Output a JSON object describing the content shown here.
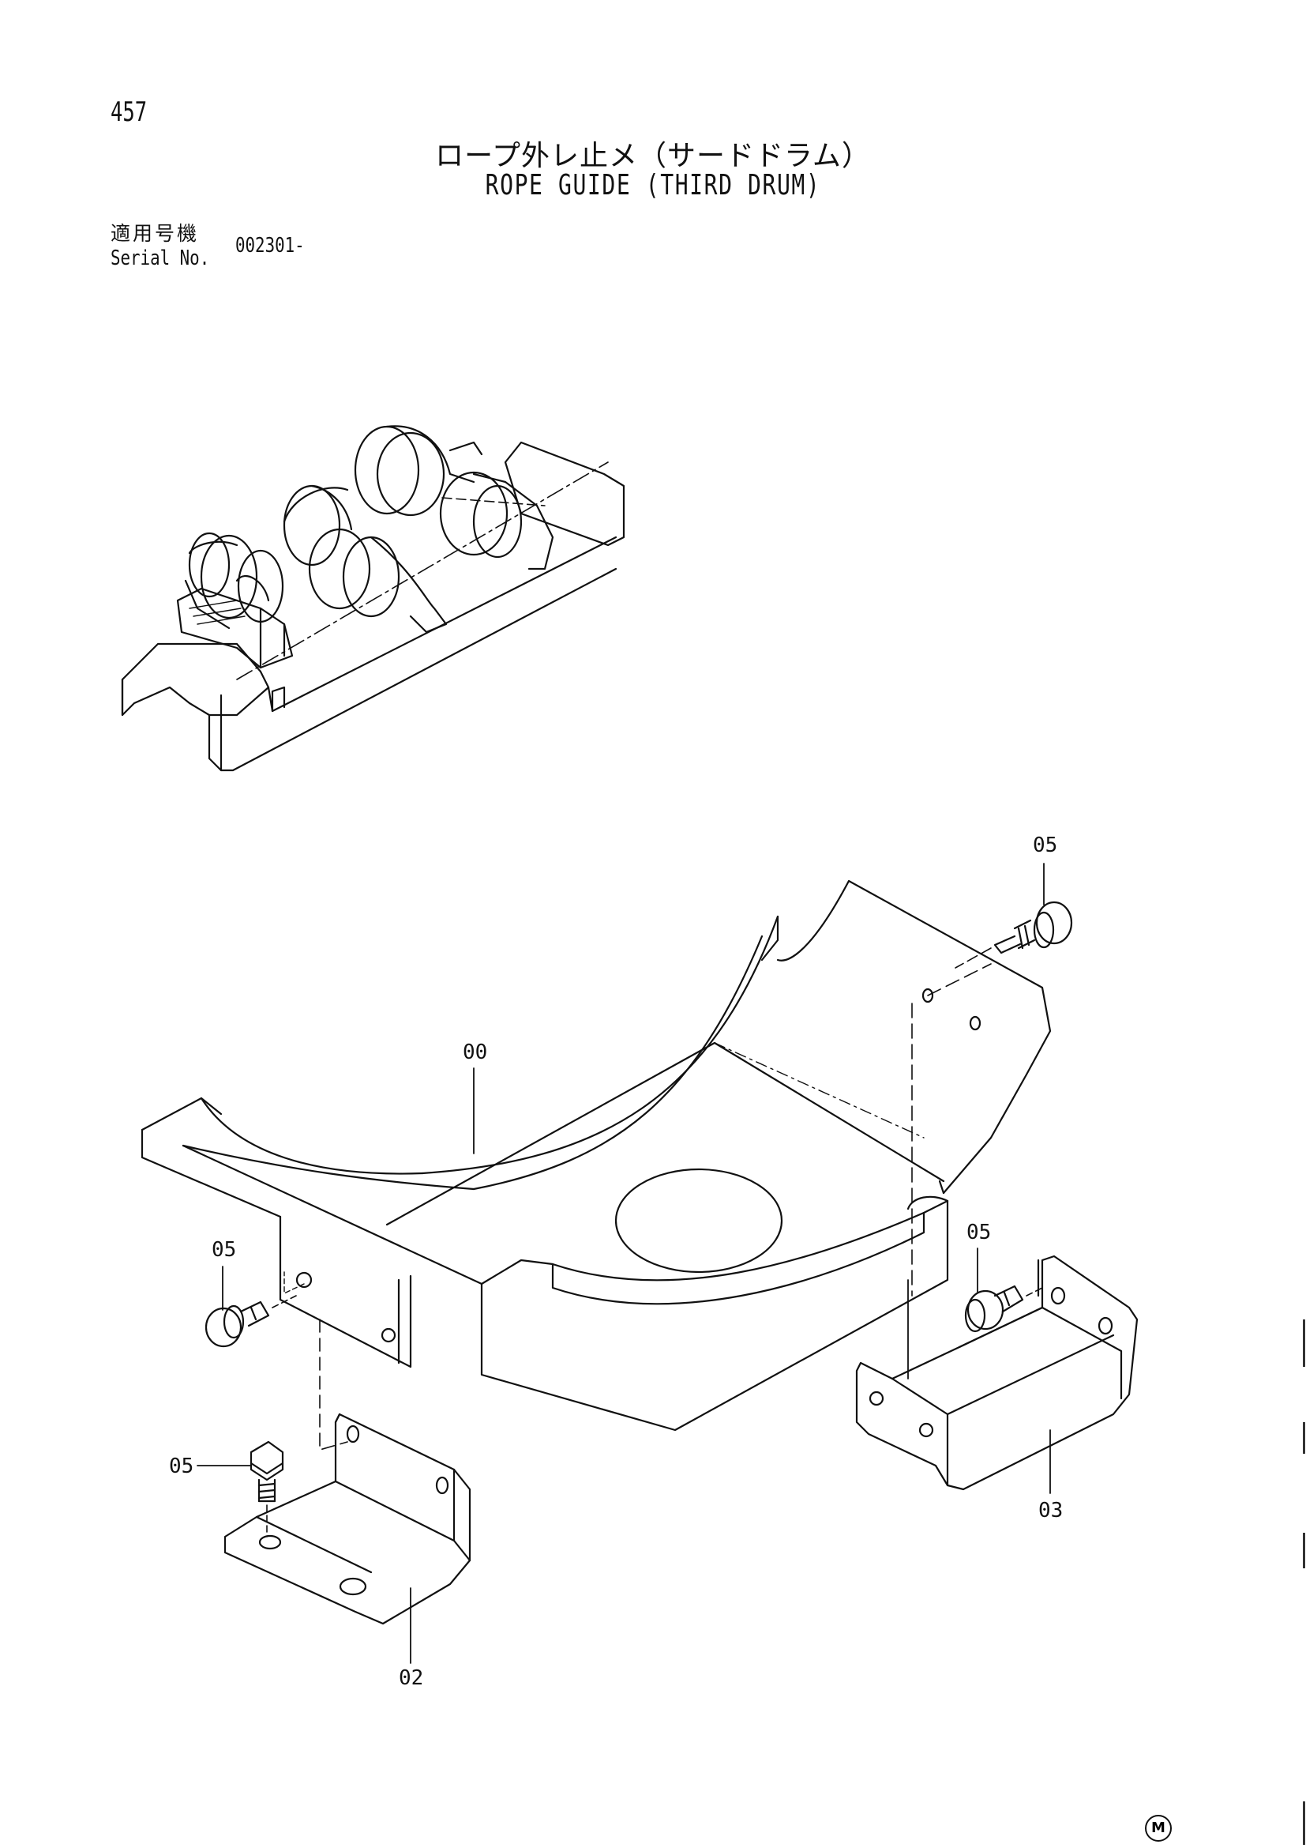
{
  "header": {
    "page_number": "457",
    "title_jp": "ロープ外レ止メ（サードドラム）",
    "title_en": "ROPE GUIDE (THIRD DRUM)",
    "serial_label_jp": "適用号機",
    "serial_label_en": "Serial No.",
    "serial_value": "002301-"
  },
  "callouts": {
    "part_00": "00",
    "part_02": "02",
    "part_03": "03",
    "part_05_top": "05",
    "part_05_right": "05",
    "part_05_left": "05",
    "part_05_bottom": "05"
  },
  "footer": {
    "mark": "M"
  }
}
